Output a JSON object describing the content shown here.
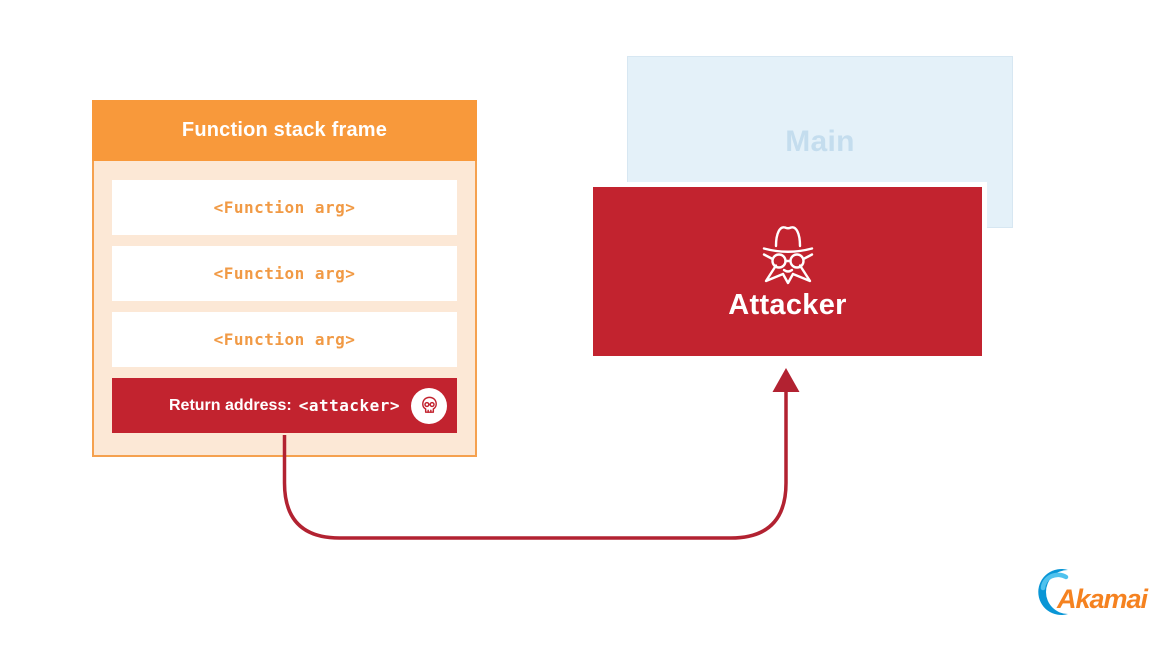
{
  "stack_frame": {
    "title": "Function stack frame",
    "args": [
      "<Function arg>",
      "<Function arg>",
      "<Function arg>"
    ],
    "return_row": {
      "label": "Return address:",
      "value": "<attacker>"
    },
    "colors": {
      "header": "#F8993B",
      "body": "#FCE8D6",
      "border": "#F5A14F",
      "arg_text": "#F19A45",
      "row_bg": "#FFFFFF",
      "return_bg": "#C2232F"
    },
    "icon": "skull-icon"
  },
  "main_box": {
    "label": "Main",
    "colors": {
      "bg": "#E4F1F9",
      "border": "#D7E7F2",
      "text": "#C4DDEE"
    }
  },
  "attacker_box": {
    "label": "Attacker",
    "icon": "spy-icon",
    "colors": {
      "bg": "#C2232F",
      "border": "#FFFFFF",
      "text": "#FFFFFF"
    }
  },
  "arrow": {
    "color": "#B22231",
    "from": "return-address-row",
    "to": "attacker-box"
  },
  "logo": {
    "text": "Akamai",
    "colors": {
      "swoosh": "#0996D6",
      "swoosh_light": "#4FC2EE",
      "text": "#F58220"
    }
  }
}
